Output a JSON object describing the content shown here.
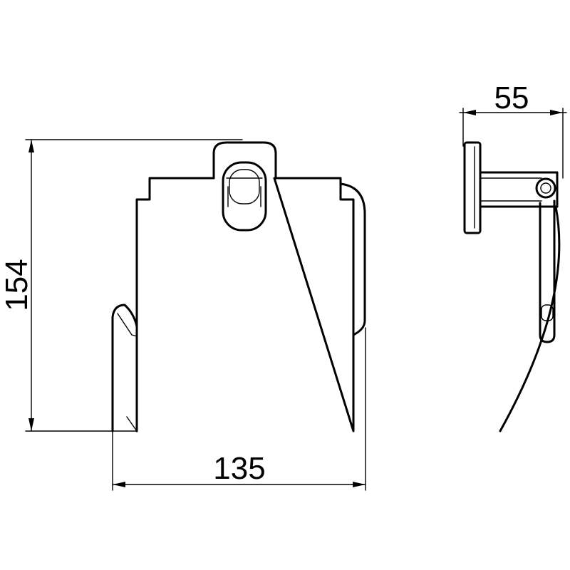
{
  "dimensions": {
    "height": "154",
    "width": "135",
    "depth": "55"
  },
  "units": ""
}
